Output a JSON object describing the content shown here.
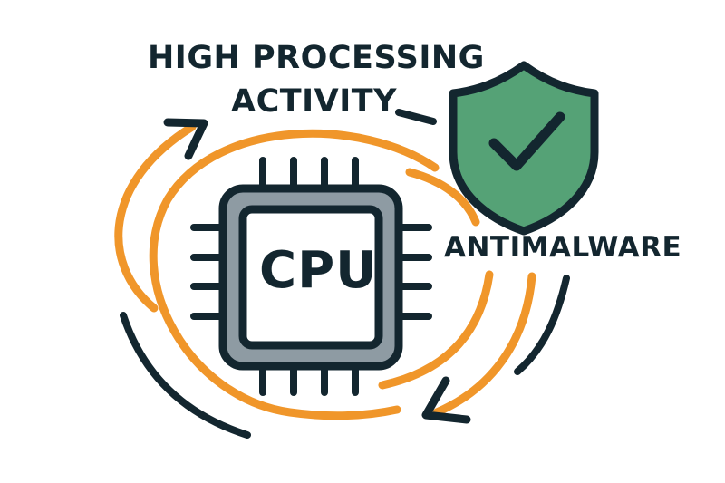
{
  "diagram": {
    "title_line1": "HIGH PROCESSING",
    "title_line2": "ACTIVITY",
    "cpu_label": "CPU",
    "antimalware_label": "ANTIMALWARE",
    "icons": [
      "cpu-chip-icon",
      "shield-check-icon",
      "cycle-arrow-icon"
    ],
    "colors": {
      "outline": "#13262f",
      "orange": "#f0962a",
      "shield_green": "#55a276",
      "chip_gray": "#8e9ba3",
      "background": "#ffffff"
    }
  }
}
